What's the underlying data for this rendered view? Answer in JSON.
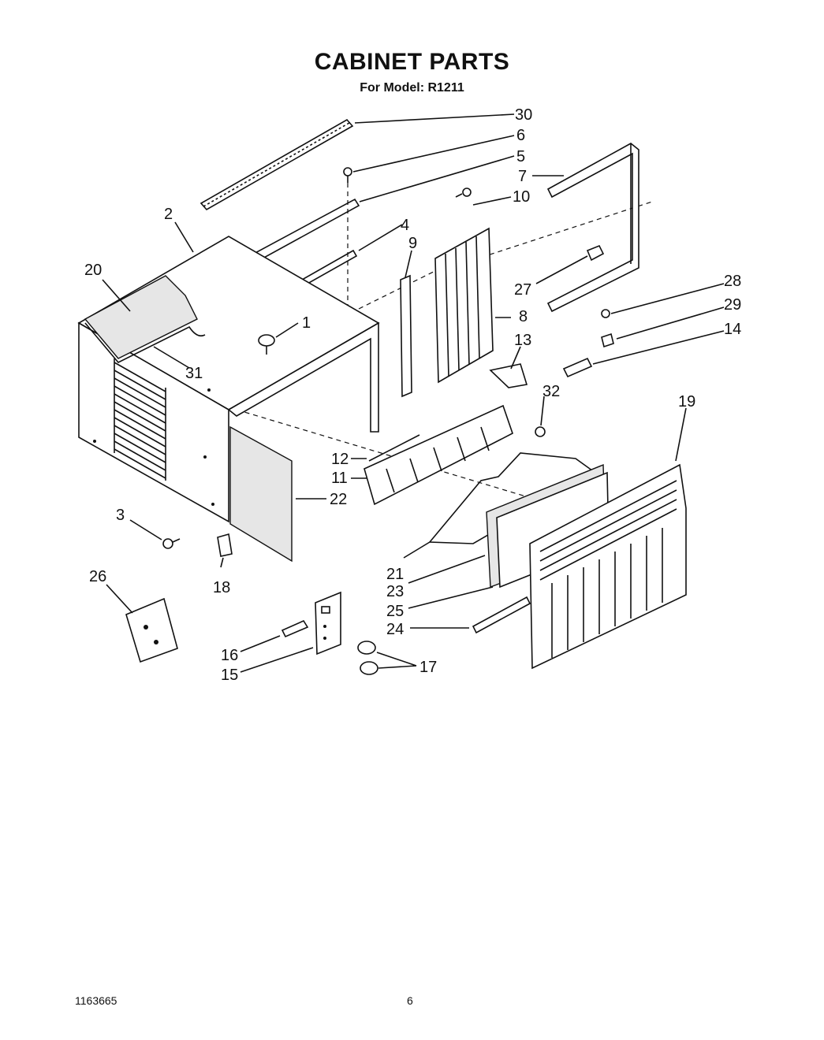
{
  "header": {
    "title": "CABINET PARTS",
    "subtitle": "For Model: R1211"
  },
  "callouts": [
    "30",
    "6",
    "5",
    "7",
    "10",
    "2",
    "4",
    "9",
    "20",
    "27",
    "28",
    "8",
    "29",
    "1",
    "14",
    "13",
    "31",
    "32",
    "19",
    "12",
    "11",
    "22",
    "3",
    "21",
    "23",
    "25",
    "24",
    "18",
    "26",
    "16",
    "17",
    "15"
  ],
  "footer": {
    "doc_number": "1163665",
    "page_number": "6"
  }
}
